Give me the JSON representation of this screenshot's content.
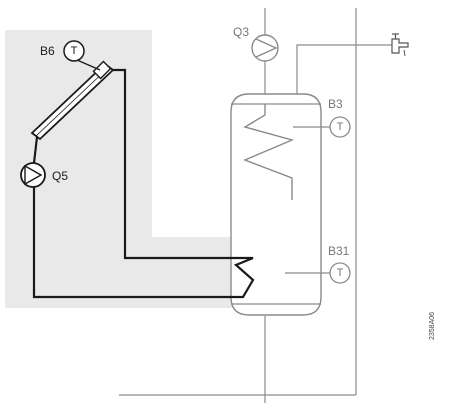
{
  "components": {
    "collector_sensor": {
      "label": "B6",
      "symbol": "T"
    },
    "collector_pump": {
      "label": "Q5"
    },
    "dhw_pump": {
      "label": "Q3"
    },
    "storage_top_sensor": {
      "label": "B3",
      "symbol": "T"
    },
    "storage_bottom_sensor": {
      "label": "B31",
      "symbol": "T"
    }
  },
  "document_id": "2358A06",
  "colors": {
    "solar_zone_bg": "#e9e9e9",
    "solar_loop": "#1a1a1a",
    "storage_lines": "#8a8a8a"
  }
}
